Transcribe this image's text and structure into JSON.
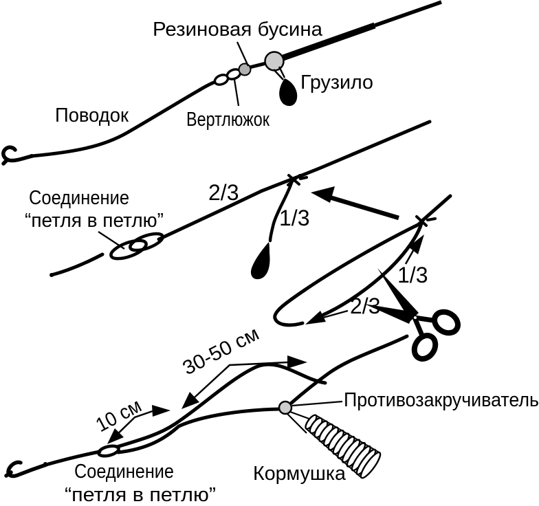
{
  "colors": {
    "background": "#ffffff",
    "ink": "#000000",
    "bead_light": "#cccccc",
    "bead_mid": "#b0b0b0"
  },
  "labels": {
    "rubber_bead": "Резиновая бусина",
    "sinker": "Грузило",
    "leader": "Поводок",
    "swivel": "Вертлюжок",
    "loop_to_loop": {
      "line1": "Соединение",
      "line2": "“петля в петлю”"
    },
    "anti_twist": "Противозакручиватель",
    "feeder": "Кормушка",
    "fraction_two_thirds": "2/3",
    "fraction_one_third": "1/3",
    "length_30_50": "30-50 см",
    "length_10": "10 см"
  }
}
